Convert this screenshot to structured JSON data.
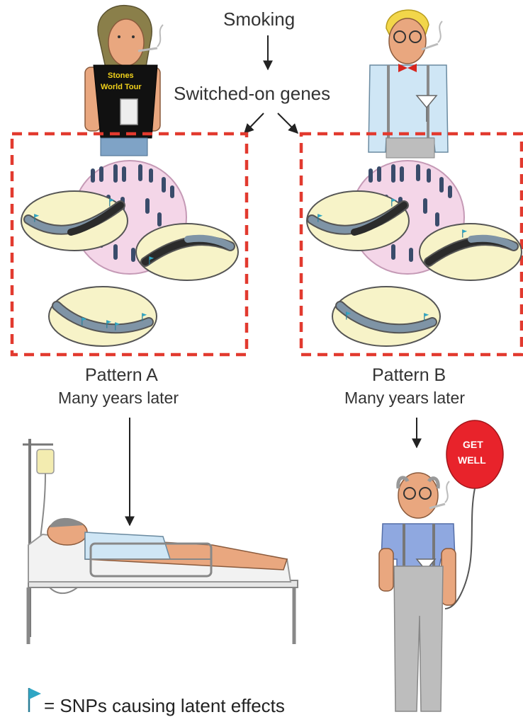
{
  "labels": {
    "smoking": "Smoking",
    "switched_on_genes": "Switched-on genes",
    "pattern_a": "Pattern A",
    "pattern_a_sub": "Many years later",
    "pattern_b": "Pattern B",
    "pattern_b_sub": "Many years later",
    "legend": "= SNPs causing latent effects"
  },
  "illustration_text": {
    "shirt_text": [
      "Stones",
      "World Tour"
    ],
    "balloon_text": [
      "GET",
      "WELL"
    ]
  },
  "colors": {
    "dashed_box": "#e23a2f",
    "cell": "#f4d6e8",
    "chromosome_oval": "#f7f3c8",
    "snp_flag": "#2a9db5",
    "balloon": "#e8232b",
    "skin": "#e9a77f"
  }
}
